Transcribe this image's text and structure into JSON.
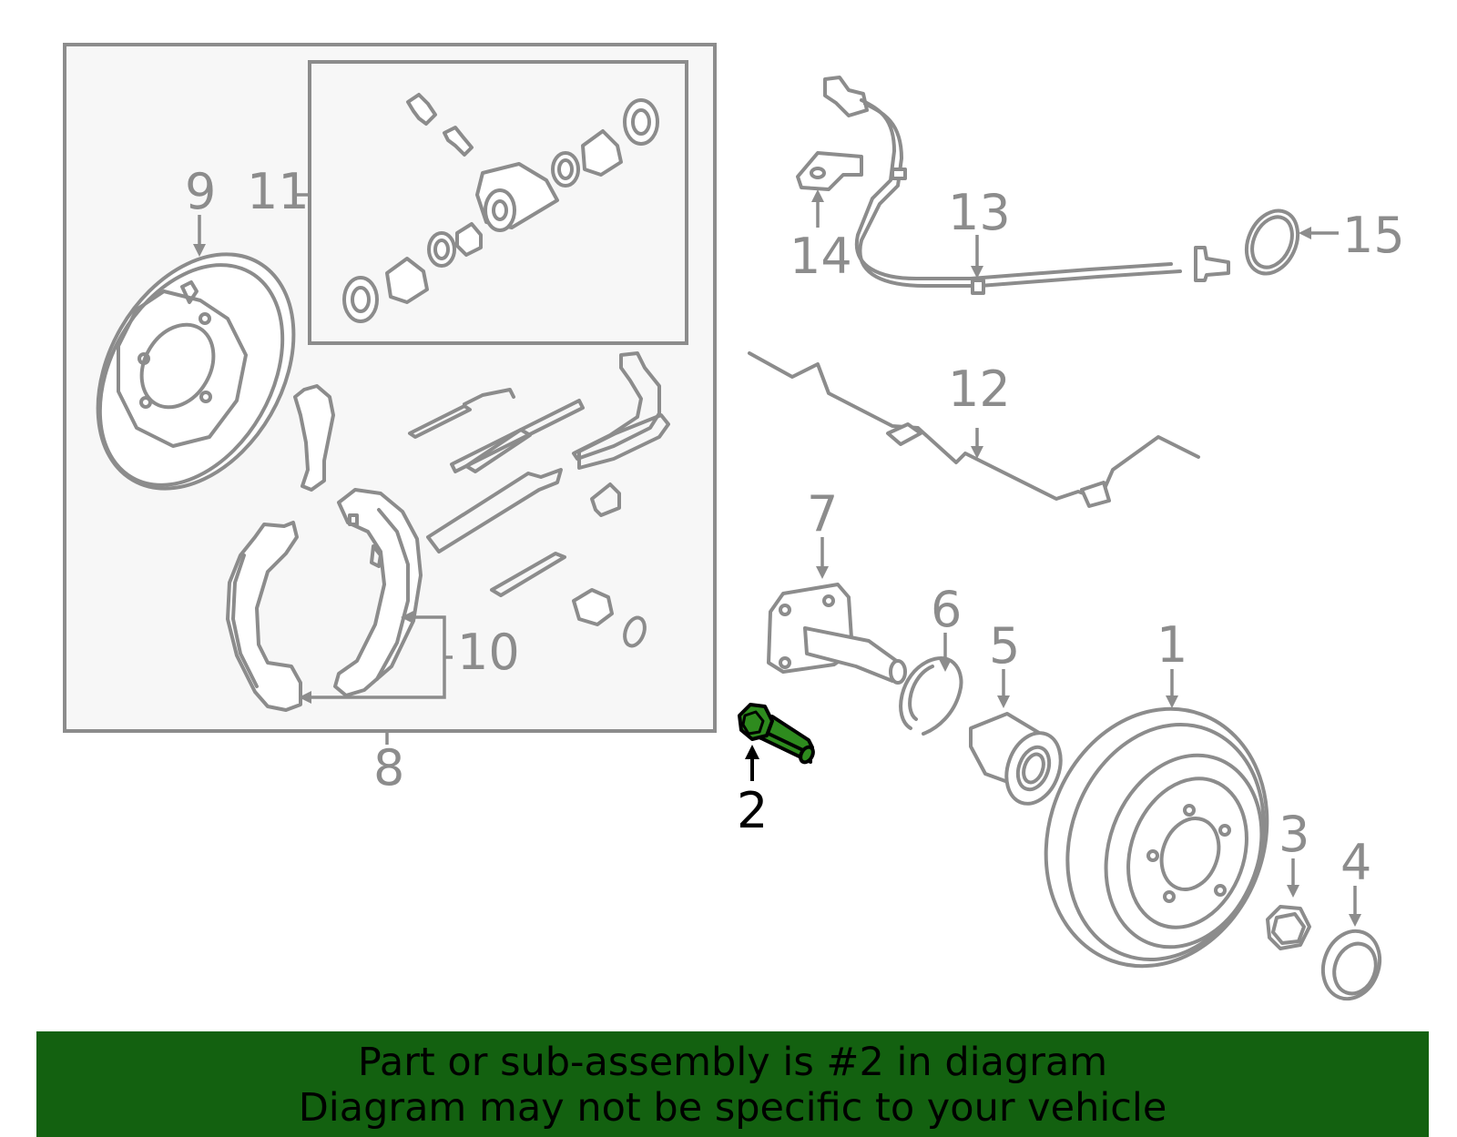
{
  "diagram": {
    "callouts": [
      {
        "id": "1",
        "text": "1"
      },
      {
        "id": "2",
        "text": "2",
        "highlighted": true
      },
      {
        "id": "3",
        "text": "3"
      },
      {
        "id": "4",
        "text": "4"
      },
      {
        "id": "5",
        "text": "5"
      },
      {
        "id": "6",
        "text": "6"
      },
      {
        "id": "7",
        "text": "7"
      },
      {
        "id": "8",
        "text": "8"
      },
      {
        "id": "9",
        "text": "9"
      },
      {
        "id": "10",
        "text": "10"
      },
      {
        "id": "11",
        "text": "11"
      },
      {
        "id": "12",
        "text": "12"
      },
      {
        "id": "13",
        "text": "13"
      },
      {
        "id": "14",
        "text": "14"
      },
      {
        "id": "15",
        "text": "15"
      }
    ],
    "colors": {
      "part_line": "#8c8c8c",
      "highlight_part": "#2e8b1e",
      "inset_background": "#f7f7f7"
    }
  },
  "banner": {
    "line1": "Part or sub-assembly is #2 in diagram",
    "line2": "Diagram may not be specific to your vehicle",
    "background_color": "#136110"
  }
}
